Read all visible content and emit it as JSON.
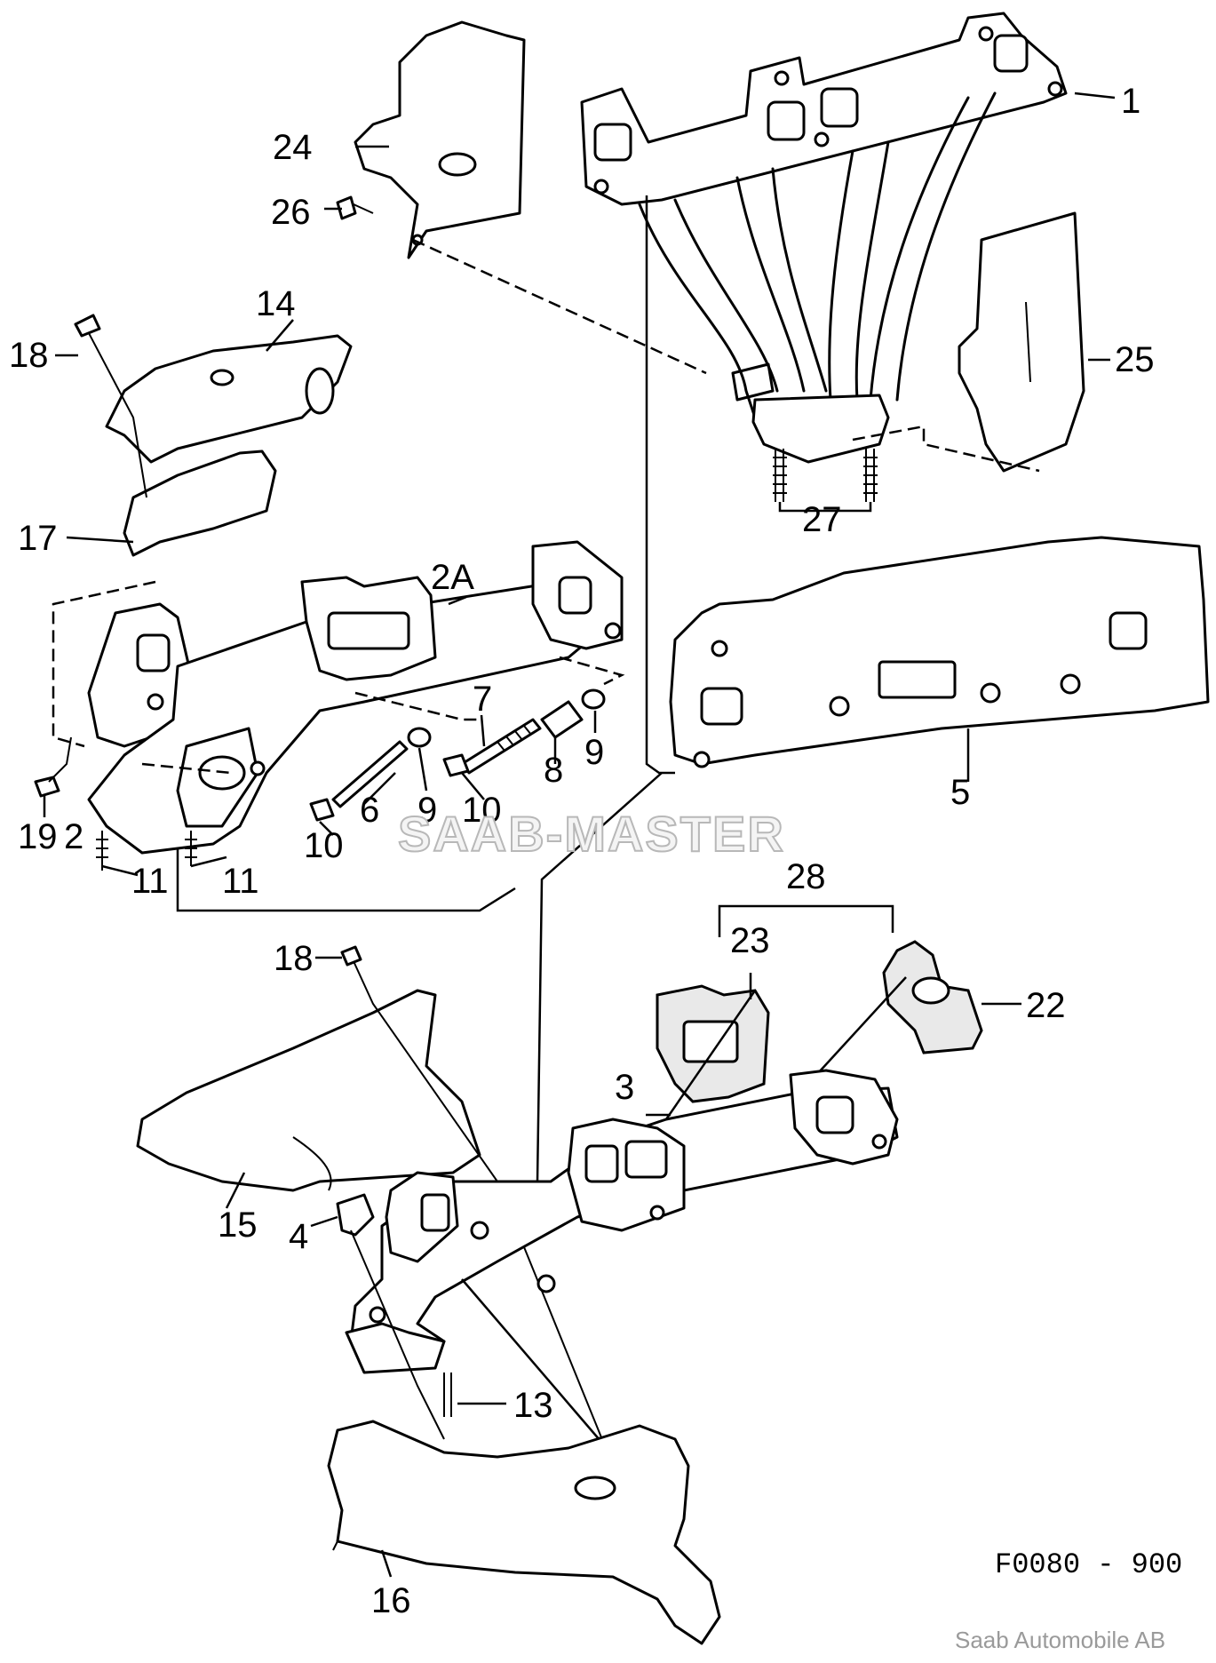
{
  "callouts": {
    "c1": "1",
    "c2": "2",
    "c2a": "2A",
    "c3": "3",
    "c4": "4",
    "c5": "5",
    "c6": "6",
    "c7": "7",
    "c8": "8",
    "c9a": "9",
    "c9b": "9",
    "c10a": "10",
    "c10b": "10",
    "c11a": "11",
    "c11b": "11",
    "c13": "13",
    "c14": "14",
    "c15": "15",
    "c16": "16",
    "c17": "17",
    "c18a": "18",
    "c18b": "18",
    "c19": "19",
    "c22": "22",
    "c23": "23",
    "c24": "24",
    "c25": "25",
    "c26": "26",
    "c27": "27",
    "c28": "28"
  },
  "drawing_code": "F0080 - 900",
  "watermark": "SAAB-MASTER",
  "credit": "Saab Automobile AB"
}
